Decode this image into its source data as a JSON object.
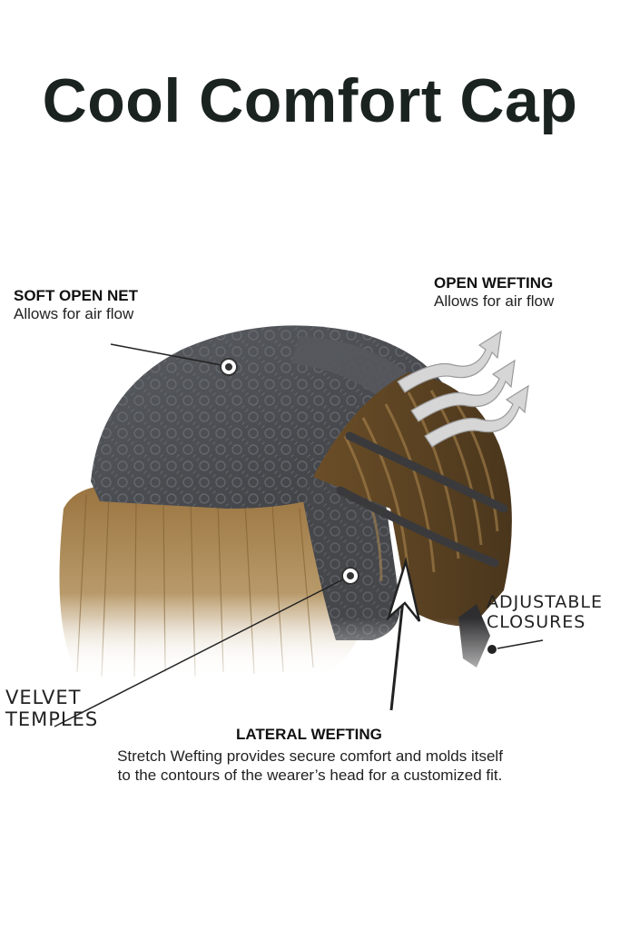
{
  "title": "Cool Comfort Cap",
  "labels": {
    "soft_open_net": {
      "heading": "SOFT OPEN NET",
      "sub": "Allows for air flow"
    },
    "open_wefting": {
      "heading": "OPEN WEFTING",
      "sub": "Allows for air flow"
    },
    "adjustable_closures": {
      "line1": "ADJUSTABLE",
      "line2": "CLOSURES"
    },
    "velvet_temples": {
      "line1": "VELVET",
      "line2": "TEMPLES"
    },
    "lateral_wefting": {
      "heading": "LATERAL WEFTING",
      "desc_line1": "Stretch Wefting provides secure comfort and molds itself",
      "desc_line2": "to the contours of the wearer’s head for a customized fit."
    }
  },
  "colors": {
    "title": "#1b2321",
    "net": "#4a4c50",
    "hair": "#8a6a3a",
    "weft": "#5a4222",
    "arrow": "#d9d9d9"
  }
}
